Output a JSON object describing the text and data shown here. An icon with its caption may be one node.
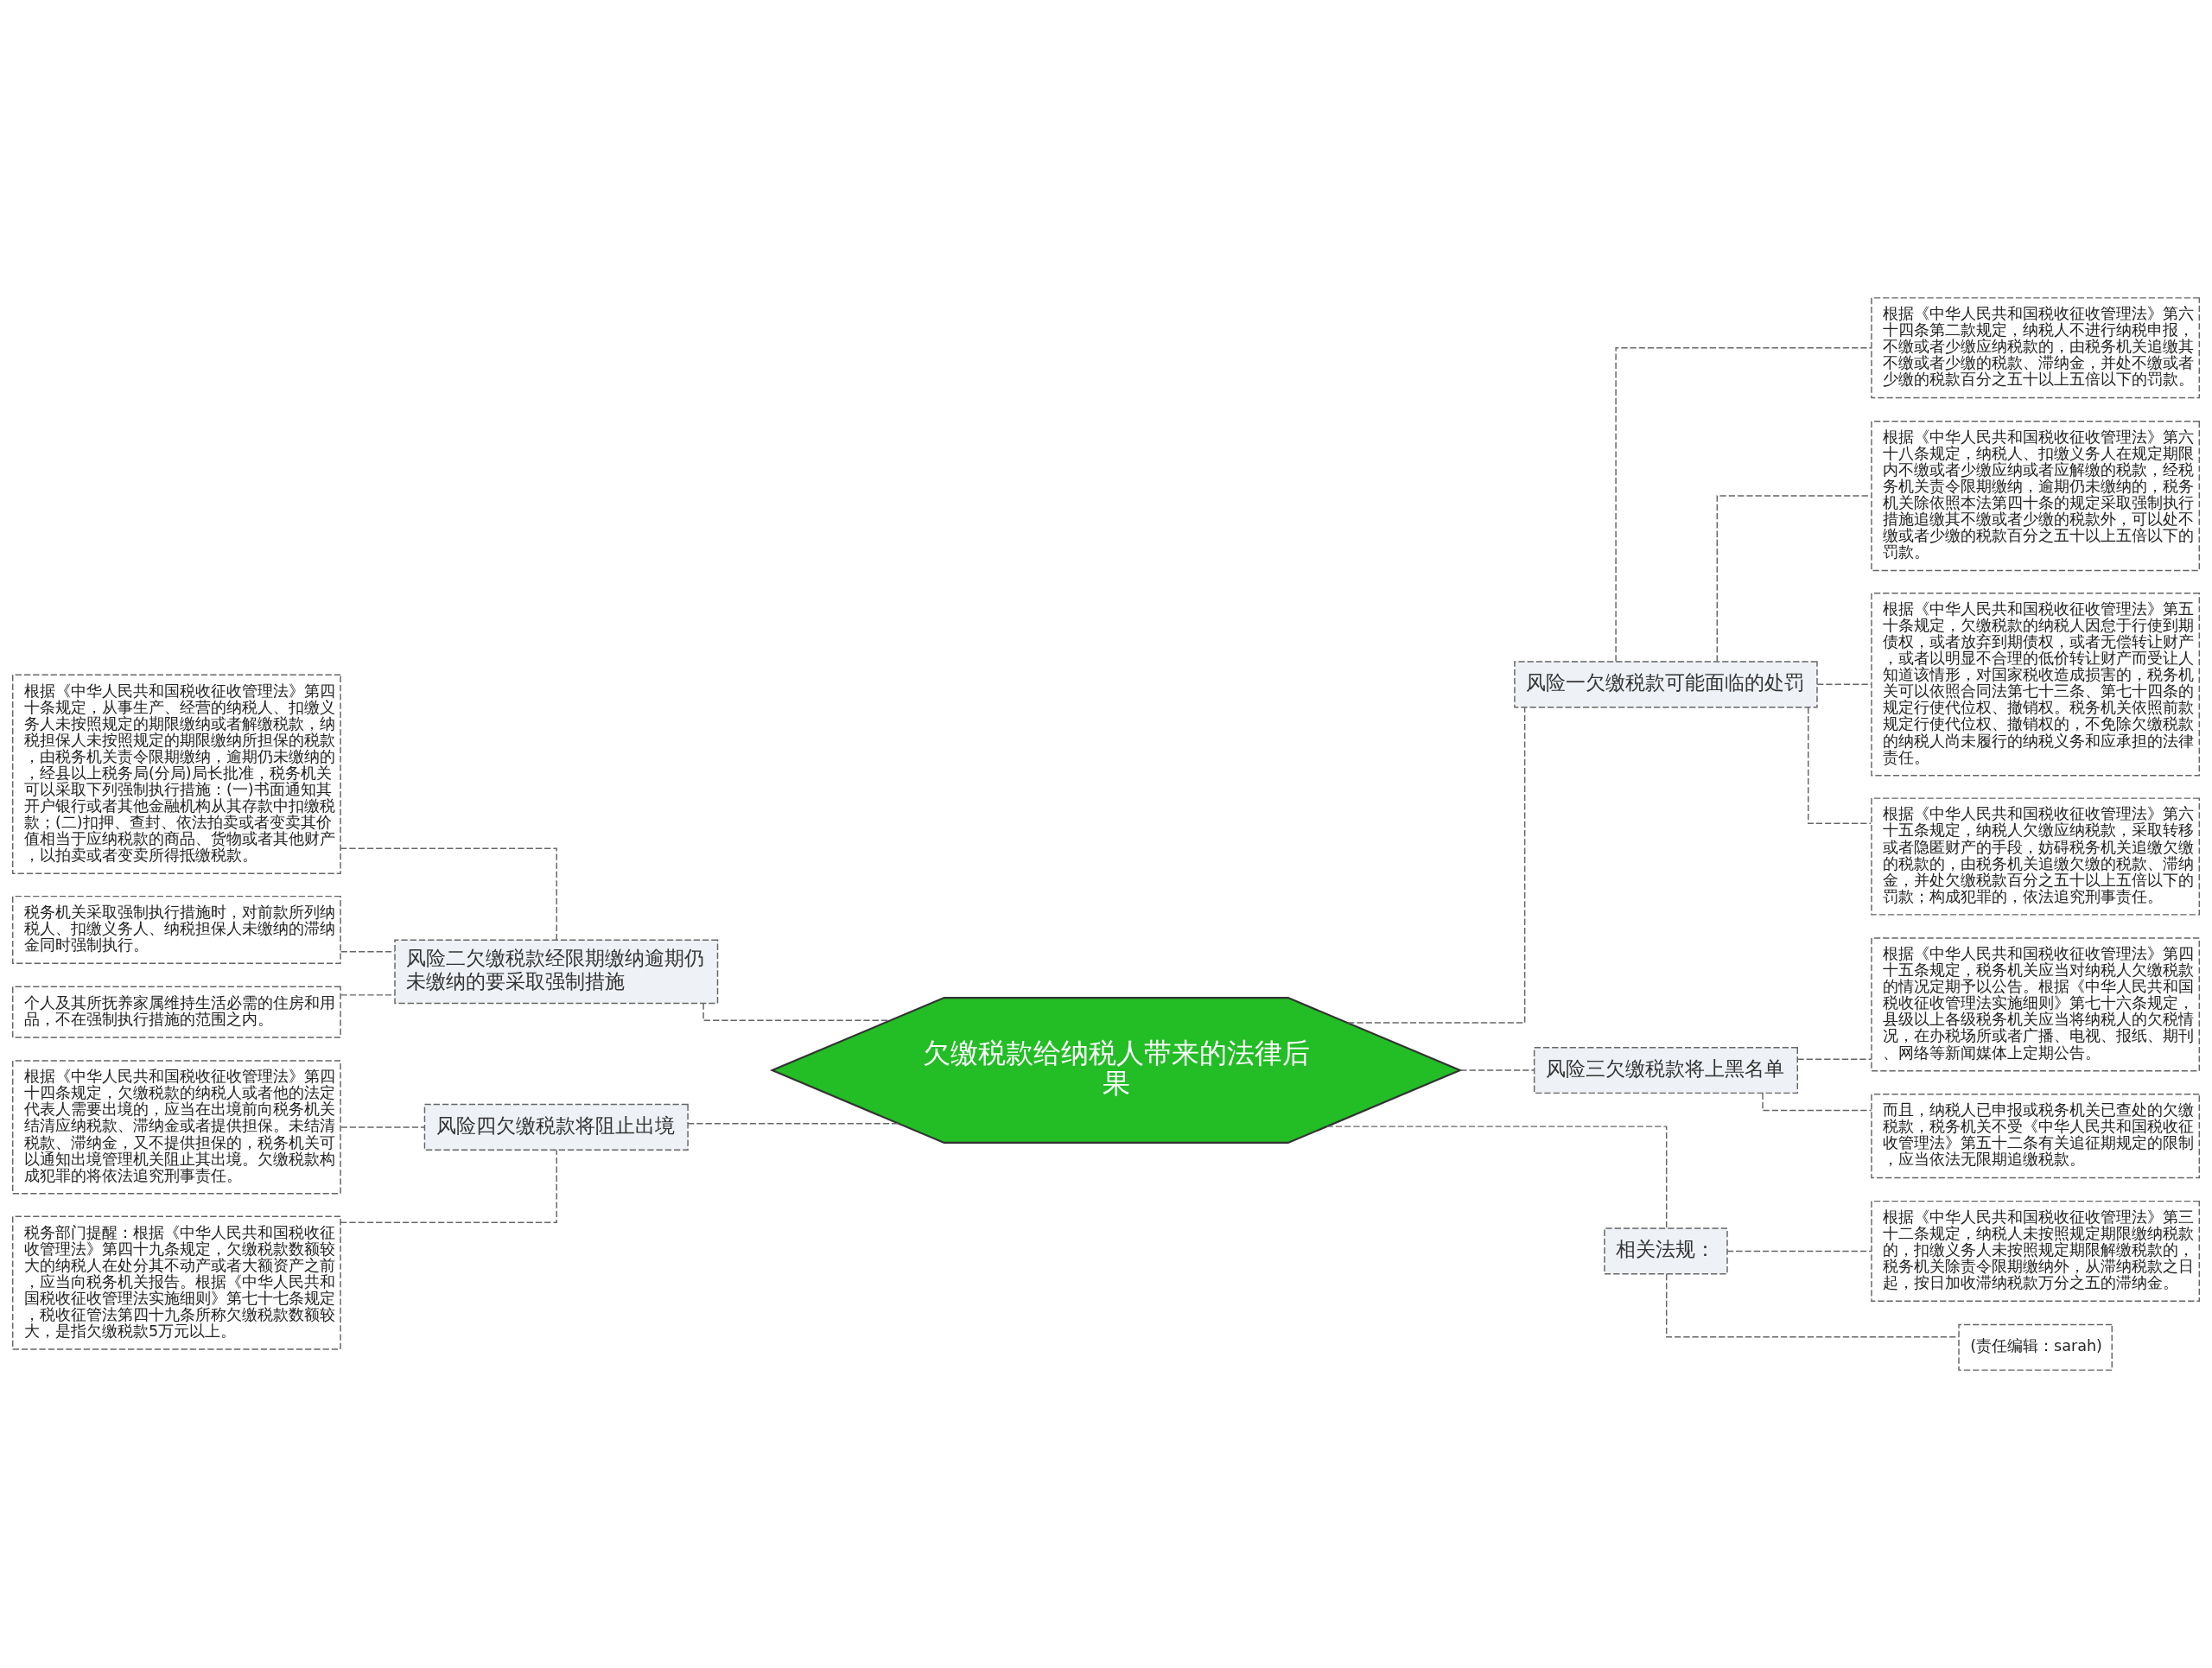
{
  "diagram": {
    "nodes": [
      {
        "text": [
          "欠缴税款给纳税人带来的法律后果"
        ]
      },
      {
        "text": [
          "风险一欠缴税款可能面临的处罚"
        ]
      },
      {
        "text": [
          "根据《中华人民共和国税收征收管理法》第六十四条第二款规定，纳税人不进行纳税申报，不缴或者少缴应纳税款的，由税务机关追缴其不缴或者少缴的税款、滞纳金，并处不缴或者少缴的税款百分之五十以上五倍以下的罚款。"
        ]
      },
      {
        "text": [
          "根据《中华人民共和国税收征收管理法》第六十八条规定，纳税人、扣缴义务人在规定期限内不缴或者少缴应纳或者应解缴的税款，经税务机关责令限期缴纳，逾期仍未缴纳的，税务机关除依照本法第四十条的规定采取强制执行措施追缴其不缴或者少缴的税款外，可以处不缴或者少缴的税款百分之五十以上五倍以下的罚款。"
        ]
      },
      {
        "text": [
          "根据《中华人民共和国税收征收管理法》第五十条规定，欠缴税款的纳税人因怠于行使到期债权，或者放弃到期债权，或者无偿转让财产，或者以明显不合理的低价转让财产而受让人知道该情形，对国家税收造成损害的，税务机关可以依照合同法第七十三条、第七十四条的规定行使代位权、撤销权。税务机关依照前款规定行使代位权、撤销权的，不免除欠缴税款的纳税人尚未履行的纳税义务和应承担的法律责任。"
        ]
      },
      {
        "text": [
          "根据《中华人民共和国税收征收管理法》第六十五条规定，纳税人欠缴应纳税款，采取转移或者隐匿财产的手段，妨碍税务机关追缴欠缴的税款的，由税务机关追缴欠缴的税款、滞纳金，并处欠缴税款百分之五十以上五倍以下的罚款；构成犯罪的，依法追究刑事责任。"
        ]
      },
      {
        "text": [
          "风险三欠缴税款将上黑名单"
        ]
      },
      {
        "text": [
          "根据《中华人民共和国税收征收管理法》第四十五条规定，税务机关应当对纳税人欠缴税款的情况定期予以公告。根据《中华人民共和国税收征收管理法实施细则》第七十六条规定，县级以上各级税务机关应当将纳税人的欠税情况，在办税场所或者广播、电视、报纸、期刊、网络等新闻媒体上定期公告。"
        ]
      },
      {
        "text": [
          "而且，纳税人已申报或税务机关已查处的欠缴税款，税务机关不受《中华人民共和国税收征收管理法》第五十二条有关追征期规定的限制，应当依法无限期追缴税款。"
        ]
      },
      {
        "text": [
          "相关法规："
        ]
      },
      {
        "text": [
          "根据《中华人民共和国税收征收管理法》第三十二条规定，纳税人未按照规定期限缴纳税款的，扣缴义务人未按照规定期限解缴税款的，税务机关除责令限期缴纳外，从滞纳税款之日起，按日加收滞纳税款万分之五的滞纳金。"
        ]
      },
      {
        "text": [
          "(责任编辑：sarah)"
        ]
      },
      {
        "text": [
          "风险二欠缴税款经限期缴纳逾期仍未缴纳的要采取强制措施"
        ]
      },
      {
        "text": [
          "根据《中华人民共和国税收征收管理法》第四十条规定，从事生产、经营的纳税人、扣缴义务人未按照规定的期限缴纳或者解缴税款，纳税担保人未按照规定的期限缴纳所担保的税款，由税务机关责令限期缴纳，逾期仍未缴纳的，经县以上税务局(分局)局长批准，税务机关可以采取下列强制执行措施：(一)书面通知其开户银行或者其他金融机构从其存款中扣缴税款；(二)扣押、查封、依法拍卖或者变卖其价值相当于应纳税款的商品、货物或者其他财产，以拍卖或者变卖所得抵缴税款。"
        ]
      },
      {
        "text": [
          "税务机关采取强制执行措施时，对前款所列纳税人、扣缴义务人、纳税担保人未缴纳的滞纳金同时强制执行。"
        ]
      },
      {
        "text": [
          "个人及其所抚养家属维持生活必需的住房和用品，不在强制执行措施的范围之内。"
        ]
      },
      {
        "text": [
          "风险四欠缴税款将阻止出境"
        ]
      },
      {
        "text": [
          "根据《中华人民共和国税收征收管理法》第四十四条规定，欠缴税款的纳税人或者他的法定代表人需要出境的，应当在出境前向税务机关结清应纳税款、滞纳金或者提供担保。未结清税款、滞纳金，又不提供担保的，税务机关可以通知出境管理机关阻止其出境。欠缴税款构成犯罪的将依法追究刑事责任。"
        ]
      },
      {
        "text": [
          "税务部门提醒：根据《中华人民共和国税收征收管理法》第四十九条规定，欠缴税款数额较大的纳税人在处分其不动产或者大额资产之前，应当向税务机关报告。根据《中华人民共和国税收征收管理法实施细则》第七十七条规定，税收征管法第四十九条所称欠缴税款数额较大，是指欠缴税款5万元以上。"
        ]
      }
    ],
    "edges": [
      {
        "from": 0,
        "to": 1,
        "arrow": "none"
      },
      {
        "from": 1,
        "to": 2,
        "arrow": "none"
      },
      {
        "from": 1,
        "to": 3,
        "arrow": "none"
      },
      {
        "from": 1,
        "to": 4,
        "arrow": "none"
      },
      {
        "from": 1,
        "to": 5,
        "arrow": "none"
      },
      {
        "from": 0,
        "to": 6,
        "arrow": "none"
      },
      {
        "from": 6,
        "to": 7,
        "arrow": "none"
      },
      {
        "from": 6,
        "to": 8,
        "arrow": "none"
      },
      {
        "from": 0,
        "to": 9,
        "arrow": "none"
      },
      {
        "from": 9,
        "to": 10,
        "arrow": "none"
      },
      {
        "from": 9,
        "to": 11,
        "arrow": "none"
      },
      {
        "from": 0,
        "to": 12,
        "arrow": "none"
      },
      {
        "from": 12,
        "to": 13,
        "arrow": "none"
      },
      {
        "from": 12,
        "to": 14,
        "arrow": "none"
      },
      {
        "from": 12,
        "to": 15,
        "arrow": "none"
      },
      {
        "from": 0,
        "to": 16,
        "arrow": "none"
      },
      {
        "from": 16,
        "to": 17,
        "arrow": "none"
      },
      {
        "from": 16,
        "to": 18,
        "arrow": "none"
      }
    ]
  }
}
